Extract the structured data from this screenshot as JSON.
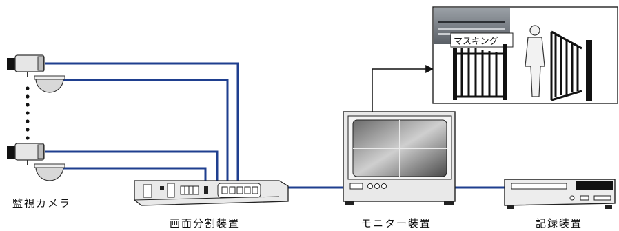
{
  "labels": {
    "cameras": "監視カメラ",
    "splitter": "画面分割装置",
    "monitor": "モニター装置",
    "recorder": "記録装置",
    "masking": "マスキング"
  },
  "colors": {
    "cable": "#1f3f8f",
    "device_body": "#e9e9e9",
    "device_outline": "#222222",
    "screen": "#3a3a3a"
  },
  "icons": {
    "camera": "surveillance-camera-icon",
    "dome": "dome-camera-icon",
    "splitter": "video-splitter-icon",
    "monitor": "crt-monitor-icon",
    "recorder": "video-recorder-icon"
  }
}
